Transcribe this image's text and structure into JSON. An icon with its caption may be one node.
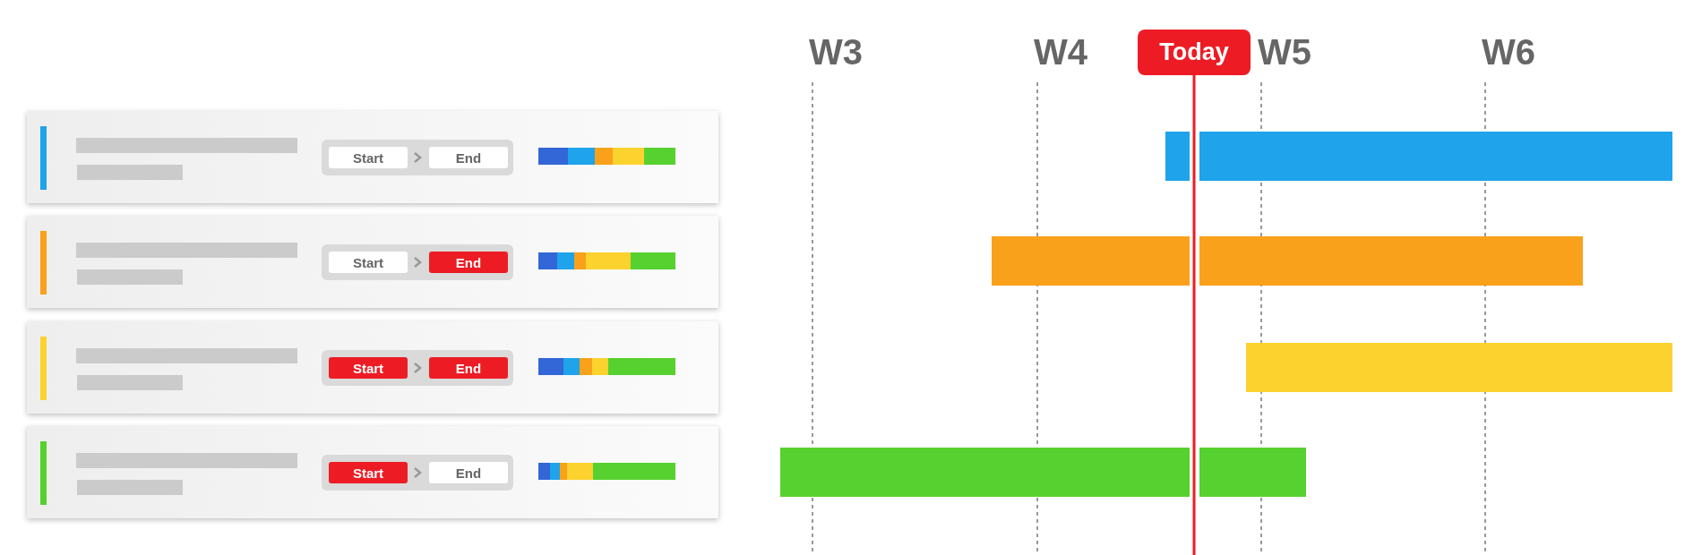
{
  "diagram": {
    "nodes": [
      {
        "text": [],
        "shape": "box"
      },
      {
        "text": [
          "Start"
        ],
        "in": 0
      },
      {
        "text": [
          "End"
        ],
        "in": 0
      },
      {
        "text": [],
        "shape": "box"
      },
      {
        "text": [
          "Start"
        ],
        "in": 3
      },
      {
        "text": [
          "End"
        ],
        "in": 3
      },
      {
        "text": [],
        "shape": "box"
      },
      {
        "text": [
          "Start"
        ],
        "in": 6
      },
      {
        "text": [
          "End"
        ],
        "in": 6
      },
      {
        "text": [],
        "shape": "box"
      },
      {
        "text": [
          "Start"
        ],
        "in": 9
      },
      {
        "text": [
          "End"
        ],
        "in": 9
      },
      {
        "text": [
          "Today"
        ]
      }
    ],
    "edges": [
      {
        "from": 1,
        "to": 2,
        "arrow": "to"
      },
      {
        "from": 4,
        "to": 5,
        "arrow": "to"
      },
      {
        "from": 7,
        "to": 8,
        "arrow": "to"
      },
      {
        "from": 10,
        "to": 11,
        "arrow": "to"
      }
    ],
    "labels": [
      "W3",
      "W4",
      "W5",
      "W6"
    ]
  }
}
